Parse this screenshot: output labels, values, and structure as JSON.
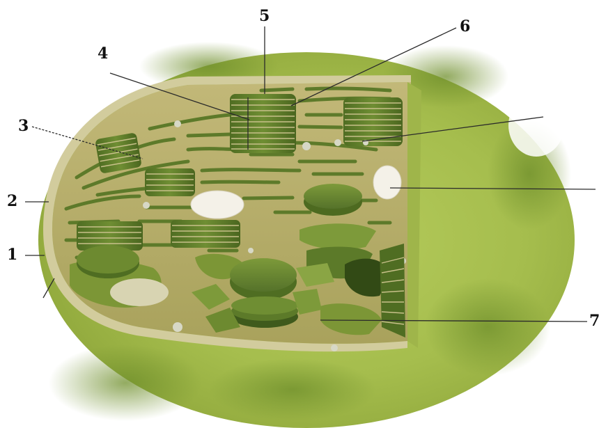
{
  "diagram": {
    "labels": [
      {
        "id": "1",
        "text": "1"
      },
      {
        "id": "2",
        "text": "2"
      },
      {
        "id": "3",
        "text": "3"
      },
      {
        "id": "4",
        "text": "4"
      },
      {
        "id": "5",
        "text": "5"
      },
      {
        "id": "6",
        "text": "6"
      },
      {
        "id": "7",
        "text": "7"
      }
    ],
    "colors": {
      "outer_envelope": "#a9c052",
      "outer_envelope_dark": "#7f9c34",
      "stroma": "#b8ad6a",
      "cut_face": "#c9c294",
      "thylakoid": "#5d7a2a",
      "thylakoid_dark": "#3f5a1c",
      "starch_grain": "#f4f1e8"
    }
  }
}
